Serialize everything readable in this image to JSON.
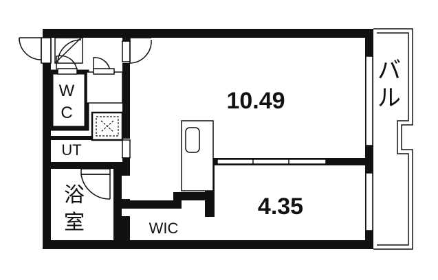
{
  "floor_plan": {
    "rooms": {
      "main_room_area": "10.49",
      "second_room_area": "4.35",
      "wc_line1": "W",
      "wc_line2": "C",
      "utility": "UT",
      "bath_line1": "浴",
      "bath_line2": "室",
      "closet": "WIC",
      "balcony_line1": "バ",
      "balcony_line2": "ル"
    },
    "colors": {
      "wall": "#111111",
      "background": "#ffffff"
    }
  }
}
